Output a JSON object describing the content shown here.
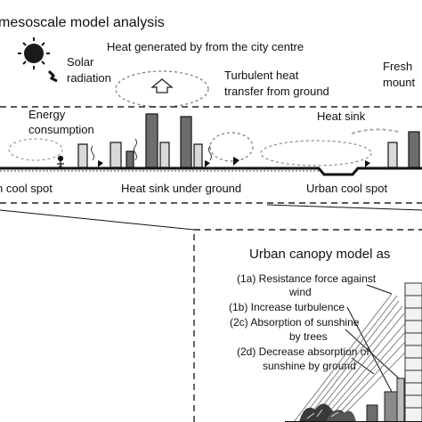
{
  "mesoscale": {
    "title": "mesoscale model analysis",
    "solar_radiation": [
      "Solar",
      "radiation"
    ],
    "heat_generated": "Heat generated by from the city centre",
    "fresh_mountain": [
      "Fresh",
      "mount"
    ],
    "turbulent_heat": [
      "Turbulent heat",
      "transfer from ground"
    ],
    "energy_consumption": [
      "Energy",
      "consumption"
    ],
    "heat_sink": "Heat sink",
    "cool_spot_left": "n cool spot",
    "heat_sink_under_ground": "Heat sink under ground",
    "cool_spot_right": "Urban cool spot"
  },
  "canopy": {
    "title": "Urban canopy model as",
    "items": [
      [
        "(1a) Resistance force against",
        "wind"
      ],
      [
        "(1b) Increase turbulence"
      ],
      [
        "(2c) Absorption of sunshine",
        "by trees"
      ],
      [
        "(2d) Decrease absorption of",
        "sunshine by ground"
      ]
    ]
  },
  "icons": {
    "sun": "sun-icon",
    "up_arrow": "heat-rise-arrow-icon",
    "person": "person-icon"
  },
  "colors": {
    "ink": "#111111",
    "building_dark": "#6d6d6d",
    "building_light": "#d9d9d9",
    "dashed_box": "#222222"
  }
}
